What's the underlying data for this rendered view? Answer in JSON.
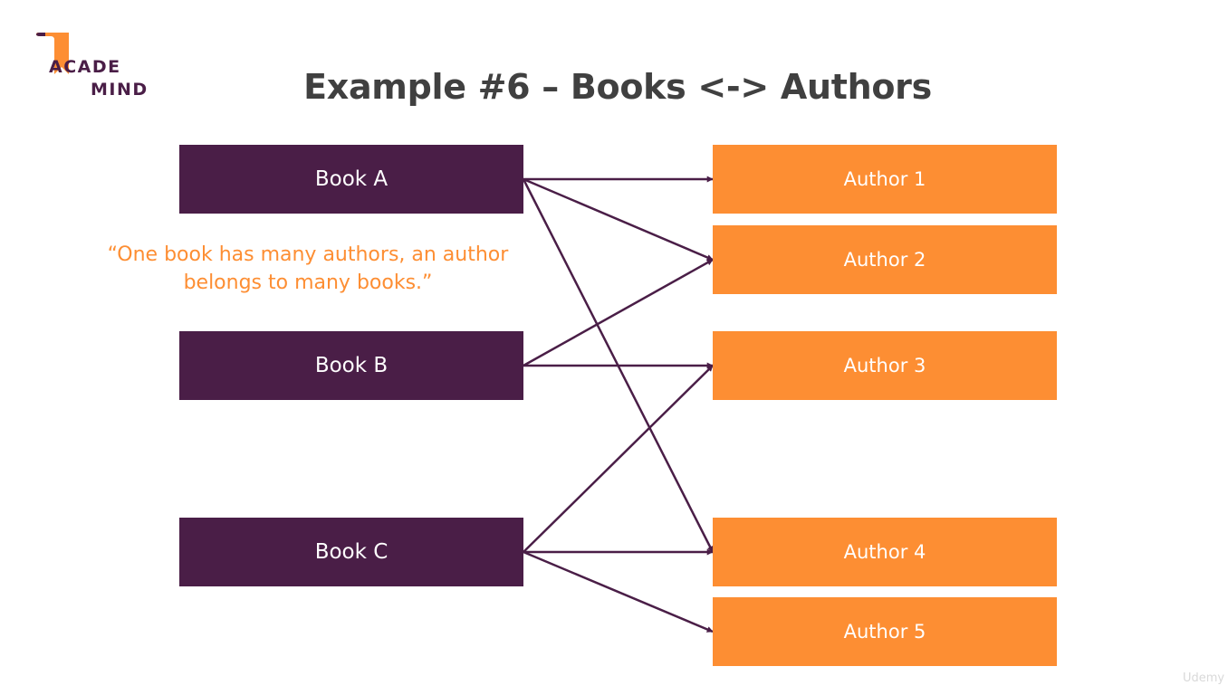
{
  "logo": {
    "line1": "ACADE",
    "line2": "MIND",
    "icon": "bookmark-ribbon-icon"
  },
  "title": "Example #6 – Books <-> Authors",
  "quote": "“One book has many authors, an author belongs to many books.”",
  "books": [
    "Book A",
    "Book B",
    "Book C"
  ],
  "authors": [
    "Author 1",
    "Author 2",
    "Author 3",
    "Author 4",
    "Author 5"
  ],
  "relations": [
    {
      "book": "Book A",
      "author": "Author 1"
    },
    {
      "book": "Book A",
      "author": "Author 2"
    },
    {
      "book": "Book A",
      "author": "Author 4"
    },
    {
      "book": "Book B",
      "author": "Author 2"
    },
    {
      "book": "Book B",
      "author": "Author 3"
    },
    {
      "book": "Book C",
      "author": "Author 3"
    },
    {
      "book": "Book C",
      "author": "Author 4"
    },
    {
      "book": "Book C",
      "author": "Author 5"
    }
  ],
  "colors": {
    "book_fill": "#4a1e47",
    "author_fill": "#fd8e33",
    "arrow": "#4a1e47",
    "title_text": "#404040",
    "quote_text": "#fd8e33"
  },
  "watermark": "Udemy"
}
